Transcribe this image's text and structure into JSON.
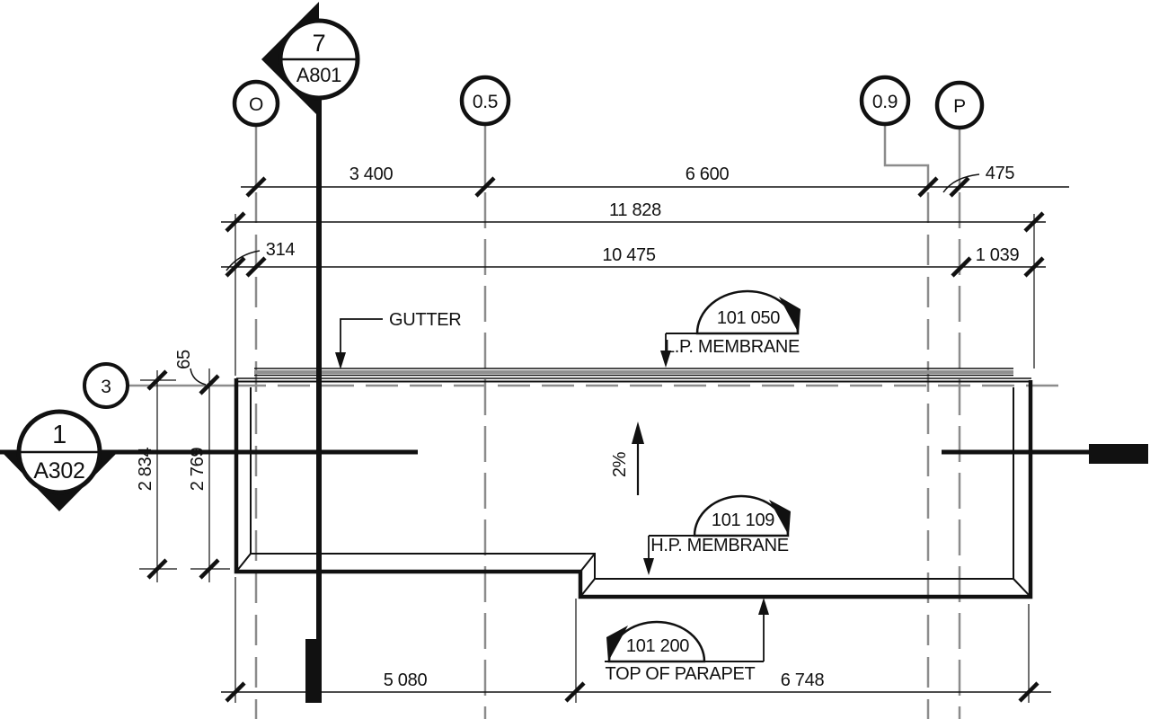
{
  "grids": {
    "o": "O",
    "o5": "0.5",
    "o9": "0.9",
    "p": "P",
    "three": "3"
  },
  "section_markers": {
    "top": {
      "number": "7",
      "sheet": "A801"
    },
    "left": {
      "number": "1",
      "sheet": "A302"
    }
  },
  "dimensions": {
    "row1": [
      "3 400",
      "6 600",
      "475"
    ],
    "row2": [
      "11 828"
    ],
    "row3": [
      "314",
      "10 475",
      "1 039"
    ],
    "left": [
      "65",
      "2 834",
      "2 769"
    ],
    "bottom": [
      "5 080",
      "6 748"
    ]
  },
  "annotations": {
    "gutter": "GUTTER",
    "slope": "2%",
    "elevations": [
      {
        "value": "101 050",
        "label": "L.P. MEMBRANE"
      },
      {
        "value": "101 109",
        "label": "H.P. MEMBRANE"
      },
      {
        "value": "101 200",
        "label": "TOP OF PARAPET"
      }
    ]
  },
  "colors": {
    "line": "#111111",
    "grid": "#8c8c8c",
    "background": "#ffffff"
  }
}
